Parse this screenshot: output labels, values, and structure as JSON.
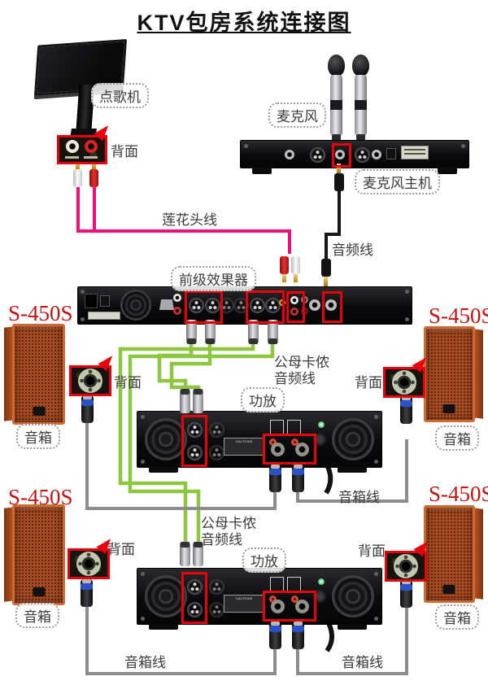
{
  "title": "KTV包房系统连接图",
  "devices": {
    "song_machine": {
      "label": "点歌机"
    },
    "microphones": {
      "label": "麦克风"
    },
    "mic_receiver": {
      "label": "麦克风主机"
    },
    "effects_processor": {
      "label": "前级效果器"
    },
    "amplifier": {
      "label": "功放",
      "caution": "CAUTIONS"
    },
    "speakers": {
      "model": "S-450S",
      "label": "音箱",
      "count": 4
    }
  },
  "cables": {
    "rca_cable": {
      "label": "莲花头线",
      "color": "#ee0f7d"
    },
    "audio_cable": {
      "label": "音频线",
      "color": "#161616"
    },
    "xlr_cable": {
      "label_line1": "公母卡侬",
      "label_line2": "音频线",
      "color": "#8dc63f"
    },
    "speaker_cable": {
      "label": "音箱线",
      "color": "#8d8d8d"
    }
  },
  "annotations": {
    "back_panel": "背面"
  },
  "colors": {
    "highlight_box": "#e8000b",
    "speaker_cabinet": "#c2561f",
    "model_text": "#c41414",
    "background": "#ffffff"
  }
}
